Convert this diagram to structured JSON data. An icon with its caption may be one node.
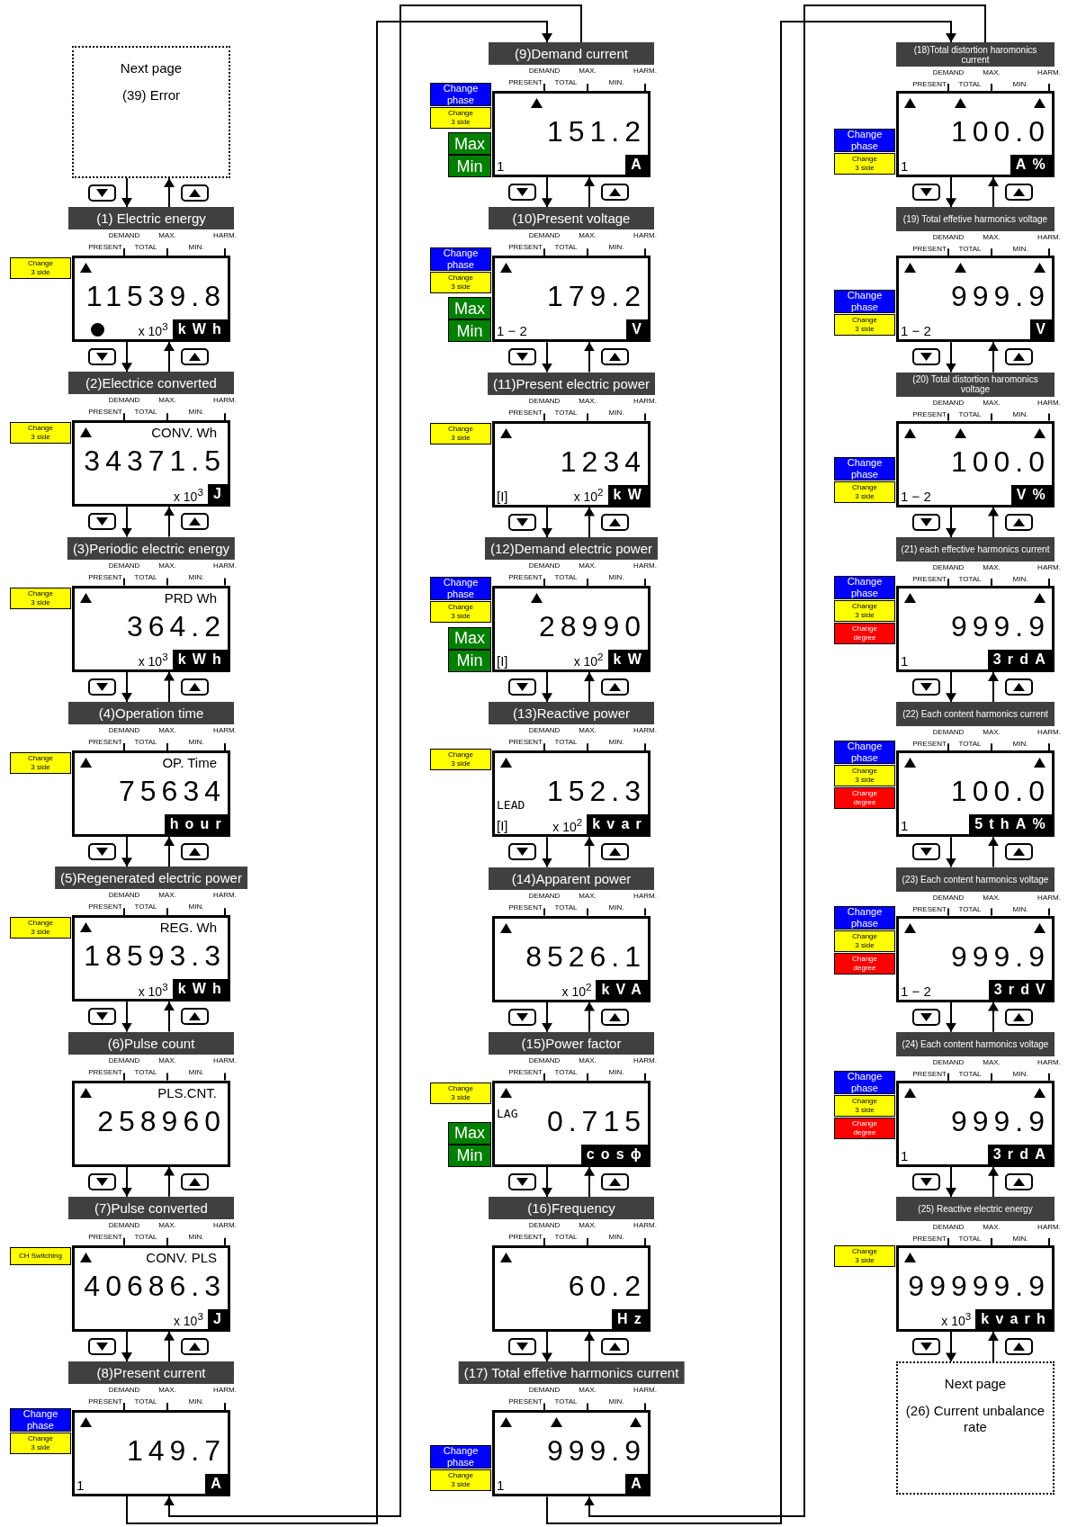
{
  "diagram": {
    "nodes": [
      {
        "text": [
          "Next page",
          "(39) Error"
        ]
      },
      {
        "text": [
          "(1) Electric energy"
        ]
      },
      {
        "text": [
          "Change 3 side"
        ]
      },
      {
        "text": [
          "11539.8",
          "x 10$^{3}$",
          "kWh"
        ]
      },
      {
        "text": [
          "(2)Electrice converted"
        ]
      },
      {
        "text": [
          "Change 3 side"
        ]
      },
      {
        "text": [
          "CONV. Wh",
          "34371.5",
          "x 10$^{3}$",
          "J"
        ]
      },
      {
        "text": [
          "(3)Periodic electric energy"
        ]
      },
      {
        "text": [
          "Change 3 side"
        ]
      },
      {
        "text": [
          "PRD Wh",
          "364.2",
          "x 10$^{3}$",
          "kWh"
        ]
      },
      {
        "text": [
          "(4)Operation time"
        ]
      },
      {
        "text": [
          "Change 3 side"
        ]
      },
      {
        "text": [
          "OP. Time",
          "75634",
          "hour"
        ]
      },
      {
        "text": [
          "(5)Regenerated electric power"
        ]
      },
      {
        "text": [
          "Change 3 side"
        ]
      },
      {
        "text": [
          "REG. Wh",
          "18593.3",
          "x 10$^{3}$",
          "kWh"
        ]
      },
      {
        "text": [
          "(6)Pulse count"
        ]
      },
      {
        "text": [
          "PLS.CNT.",
          "258960"
        ]
      },
      {
        "text": [
          "(7)Pulse converted"
        ]
      },
      {
        "text": [
          "CH Switching"
        ]
      },
      {
        "text": [
          "CONV. PLS",
          "40686.3",
          "x 10$^{3}$",
          "J"
        ]
      },
      {
        "text": [
          "(8)Present current"
        ]
      },
      {
        "text": [
          "Change phase"
        ]
      },
      {
        "text": [
          "Change 3 side"
        ]
      },
      {
        "text": [
          "149.7",
          "1",
          "A"
        ]
      },
      {
        "text": [
          "(9)Demand current"
        ]
      },
      {
        "text": [
          "Change phase"
        ]
      },
      {
        "text": [
          "Change 3 side"
        ]
      },
      {
        "text": [
          "Max"
        ]
      },
      {
        "text": [
          "Min"
        ]
      },
      {
        "text": [
          "151.2",
          "1",
          "A"
        ]
      },
      {
        "text": [
          "(10)Present voltage"
        ]
      },
      {
        "text": [
          "Change phase"
        ]
      },
      {
        "text": [
          "Change 3 side"
        ]
      },
      {
        "text": [
          "Max"
        ]
      },
      {
        "text": [
          "Min"
        ]
      },
      {
        "text": [
          "179.2",
          "1 − 2",
          "V"
        ]
      },
      {
        "text": [
          "(11)Present electric power"
        ]
      },
      {
        "text": [
          "Change 3 side"
        ]
      },
      {
        "text": [
          "1234",
          "[I]",
          "x 10$^{2}$",
          "kW"
        ]
      },
      {
        "text": [
          "(12)Demand electric power"
        ]
      },
      {
        "text": [
          "Change phase"
        ]
      },
      {
        "text": [
          "Change 3 side"
        ]
      },
      {
        "text": [
          "Max"
        ]
      },
      {
        "text": [
          "Min"
        ]
      },
      {
        "text": [
          "28990",
          "[I]",
          "x 10$^{2}$",
          "kW"
        ]
      },
      {
        "text": [
          "(13)Reactive power"
        ]
      },
      {
        "text": [
          "Change 3 side"
        ]
      },
      {
        "text": [
          "LEAD",
          "152.3",
          "[I]",
          "x 10$^{2}$",
          "kvar"
        ]
      },
      {
        "text": [
          "(14)Apparent power"
        ]
      },
      {
        "text": [
          "8526.1",
          "x 10$^{2}$",
          "kVA"
        ]
      },
      {
        "text": [
          "(15)Power factor"
        ]
      },
      {
        "text": [
          "Change 3 side"
        ]
      },
      {
        "text": [
          "Max"
        ]
      },
      {
        "text": [
          "Min"
        ]
      },
      {
        "text": [
          "LAG",
          "0.715",
          "cosϕ"
        ]
      },
      {
        "text": [
          "(16)Frequency"
        ]
      },
      {
        "text": [
          "60.2",
          "Hz"
        ]
      },
      {
        "text": [
          "(17) Total effetive harmonics current"
        ]
      },
      {
        "text": [
          "Change phase"
        ]
      },
      {
        "text": [
          "Change 3 side"
        ]
      },
      {
        "text": [
          "999.9",
          "1",
          "A"
        ]
      },
      {
        "text": [
          "(18)Total distortion haromonics current"
        ]
      },
      {
        "text": [
          "Change phase"
        ]
      },
      {
        "text": [
          "Change 3 side"
        ]
      },
      {
        "text": [
          "100.0",
          "1",
          "A%"
        ]
      },
      {
        "text": [
          "(19) Total effetive harmonics voltage"
        ]
      },
      {
        "text": [
          "Change phase"
        ]
      },
      {
        "text": [
          "Change 3 side"
        ]
      },
      {
        "text": [
          "999.9",
          "1 − 2",
          "V"
        ]
      },
      {
        "text": [
          "(20) Total distortion haromonics voltage"
        ]
      },
      {
        "text": [
          "Change phase"
        ]
      },
      {
        "text": [
          "Change 3 side"
        ]
      },
      {
        "text": [
          "100.0",
          "1 − 2",
          "V%"
        ]
      },
      {
        "text": [
          "(21) each effective harmonics current"
        ]
      },
      {
        "text": [
          "Change phase"
        ]
      },
      {
        "text": [
          "Change 3 side"
        ]
      },
      {
        "text": [
          "Change degree"
        ]
      },
      {
        "text": [
          "999.9",
          "1",
          "3rdA"
        ]
      },
      {
        "text": [
          "(22) Each content harmonics current"
        ]
      },
      {
        "text": [
          "Change phase"
        ]
      },
      {
        "text": [
          "Change 3 side"
        ]
      },
      {
        "text": [
          "Change degree"
        ]
      },
      {
        "text": [
          "100.0",
          "1",
          "5thA%"
        ]
      },
      {
        "text": [
          "(23) Each content harmonics voltage"
        ]
      },
      {
        "text": [
          "Change phase"
        ]
      },
      {
        "text": [
          "Change 3 side"
        ]
      },
      {
        "text": [
          "Change degree"
        ]
      },
      {
        "text": [
          "999.9",
          "1 − 2",
          "3rdV"
        ]
      },
      {
        "text": [
          "(24) Each content harmonics voltage"
        ]
      },
      {
        "text": [
          "Change phase"
        ]
      },
      {
        "text": [
          "Change 3 side"
        ]
      },
      {
        "text": [
          "Change degree"
        ]
      },
      {
        "text": [
          "999.9",
          "1",
          "3rdA"
        ]
      },
      {
        "text": [
          "(25) Reactive electric energy"
        ]
      },
      {
        "text": [
          "Change 3 side"
        ]
      },
      {
        "text": [
          "99999.9",
          "x 10$^{3}$",
          "kvarh"
        ]
      },
      {
        "text": [
          "Next page",
          "(26) Current unbalance rate"
        ]
      }
    ],
    "edges": [
      {
        "from": 0,
        "to": 1,
        "arrow": "to"
      },
      {
        "from": 1,
        "to": 0,
        "arrow": "to"
      },
      {
        "from": 3,
        "to": 4,
        "arrow": "to"
      },
      {
        "from": 4,
        "to": 3,
        "arrow": "to"
      },
      {
        "from": 6,
        "to": 7,
        "arrow": "to"
      },
      {
        "from": 7,
        "to": 6,
        "arrow": "to"
      },
      {
        "from": 9,
        "to": 10,
        "arrow": "to"
      },
      {
        "from": 10,
        "to": 9,
        "arrow": "to"
      },
      {
        "from": 12,
        "to": 13,
        "arrow": "to"
      },
      {
        "from": 13,
        "to": 12,
        "arrow": "to"
      },
      {
        "from": 15,
        "to": 16,
        "arrow": "to"
      },
      {
        "from": 16,
        "to": 15,
        "arrow": "to"
      },
      {
        "from": 17,
        "to": 18,
        "arrow": "to"
      },
      {
        "from": 18,
        "to": 17,
        "arrow": "to"
      },
      {
        "from": 20,
        "to": 21,
        "arrow": "to"
      },
      {
        "from": 21,
        "to": 20,
        "arrow": "to"
      },
      {
        "from": 24,
        "to": 25,
        "arrow": "to"
      },
      {
        "from": 25,
        "to": 24,
        "arrow": "to"
      },
      {
        "from": 30,
        "to": 31,
        "arrow": "to"
      },
      {
        "from": 31,
        "to": 30,
        "arrow": "to"
      },
      {
        "from": 36,
        "to": 37,
        "arrow": "to"
      },
      {
        "from": 37,
        "to": 36,
        "arrow": "to"
      },
      {
        "from": 39,
        "to": 40,
        "arrow": "to"
      },
      {
        "from": 40,
        "to": 39,
        "arrow": "to"
      },
      {
        "from": 45,
        "to": 46,
        "arrow": "to"
      },
      {
        "from": 46,
        "to": 45,
        "arrow": "to"
      },
      {
        "from": 48,
        "to": 49,
        "arrow": "to"
      },
      {
        "from": 49,
        "to": 48,
        "arrow": "to"
      },
      {
        "from": 50,
        "to": 51,
        "arrow": "to"
      },
      {
        "from": 51,
        "to": 50,
        "arrow": "to"
      },
      {
        "from": 55,
        "to": 56,
        "arrow": "to"
      },
      {
        "from": 56,
        "to": 55,
        "arrow": "to"
      },
      {
        "from": 57,
        "to": 58,
        "arrow": "to"
      },
      {
        "from": 58,
        "to": 57,
        "arrow": "to"
      },
      {
        "from": 61,
        "to": 62,
        "arrow": "to"
      },
      {
        "from": 62,
        "to": 61,
        "arrow": "to"
      },
      {
        "from": 65,
        "to": 66,
        "arrow": "to"
      },
      {
        "from": 66,
        "to": 65,
        "arrow": "to"
      },
      {
        "from": 69,
        "to": 70,
        "arrow": "to"
      },
      {
        "from": 70,
        "to": 69,
        "arrow": "to"
      },
      {
        "from": 73,
        "to": 74,
        "arrow": "to"
      },
      {
        "from": 74,
        "to": 73,
        "arrow": "to"
      },
      {
        "from": 78,
        "to": 79,
        "arrow": "to"
      },
      {
        "from": 79,
        "to": 78,
        "arrow": "to"
      },
      {
        "from": 83,
        "to": 84,
        "arrow": "to"
      },
      {
        "from": 84,
        "to": 83,
        "arrow": "to"
      },
      {
        "from": 88,
        "to": 89,
        "arrow": "to"
      },
      {
        "from": 89,
        "to": 88,
        "arrow": "to"
      },
      {
        "from": 93,
        "to": 94,
        "arrow": "to"
      },
      {
        "from": 94,
        "to": 93,
        "arrow": "to"
      },
      {
        "from": 96,
        "to": 97,
        "arrow": "to"
      },
      {
        "from": 97,
        "to": 96,
        "arrow": "to"
      }
    ],
    "labels": [
      "DEMAND",
      "MAX.",
      "HARM.",
      "PRESENT",
      "TOTAL",
      "MIN.",
      "DEMAND",
      "MAX.",
      "HARM.",
      "PRESENT",
      "TOTAL",
      "MIN.",
      "DEMAND",
      "MAX.",
      "HARM.",
      "PRESENT",
      "TOTAL",
      "MIN.",
      "DEMAND",
      "MAX.",
      "HARM.",
      "PRESENT",
      "TOTAL",
      "MIN.",
      "DEMAND",
      "MAX.",
      "HARM.",
      "PRESENT",
      "TOTAL",
      "MIN.",
      "DEMAND",
      "MAX.",
      "HARM.",
      "PRESENT",
      "TOTAL",
      "MIN.",
      "DEMAND",
      "MAX.",
      "HARM.",
      "PRESENT",
      "TOTAL",
      "MIN.",
      "DEMAND",
      "MAX.",
      "HARM.",
      "PRESENT",
      "TOTAL",
      "MIN.",
      "DEMAND",
      "MAX.",
      "HARM.",
      "PRESENT",
      "TOTAL",
      "MIN.",
      "DEMAND",
      "MAX.",
      "HARM.",
      "PRESENT",
      "TOTAL",
      "MIN.",
      "DEMAND",
      "MAX.",
      "HARM.",
      "PRESENT",
      "TOTAL",
      "MIN.",
      "DEMAND",
      "MAX.",
      "HARM.",
      "PRESENT",
      "TOTAL",
      "MIN.",
      "DEMAND",
      "MAX.",
      "HARM.",
      "PRESENT",
      "TOTAL",
      "MIN.",
      "DEMAND",
      "MAX.",
      "HARM.",
      "PRESENT",
      "TOTAL",
      "MIN.",
      "DEMAND",
      "MAX.",
      "HARM.",
      "PRESENT",
      "TOTAL",
      "MIN.",
      "DEMAND",
      "MAX.",
      "HARM.",
      "PRESENT",
      "TOTAL",
      "MIN.",
      "DEMAND",
      "MAX.",
      "HARM.",
      "PRESENT",
      "TOTAL",
      "MIN.",
      "DEMAND",
      "MAX.",
      "HARM.",
      "PRESENT",
      "TOTAL",
      "MIN.",
      "DEMAND",
      "MAX.",
      "HARM.",
      "PRESENT",
      "TOTAL",
      "MIN.",
      "DEMAND",
      "MAX.",
      "HARM.",
      "PRESENT",
      "TOTAL",
      "MIN.",
      "DEMAND",
      "MAX.",
      "HARM.",
      "PRESENT",
      "TOTAL",
      "MIN.",
      "DEMAND",
      "MAX.",
      "HARM.",
      "PRESENT",
      "TOTAL",
      "MIN.",
      "DEMAND",
      "MAX.",
      "HARM.",
      "PRESENT",
      "TOTAL",
      "MIN.",
      "DEMAND",
      "MAX.",
      "HARM.",
      "PRESENT",
      "TOTAL",
      "MIN.",
      "DEMAND",
      "MAX.",
      "HARM.",
      "PRESENT",
      "TOTAL",
      "MIN."
    ]
  }
}
